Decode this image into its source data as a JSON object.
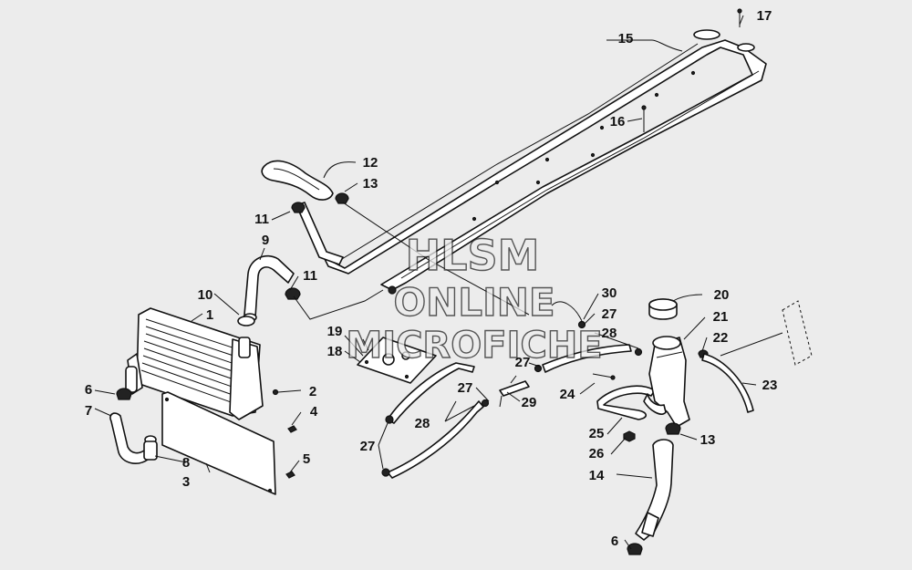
{
  "watermark": {
    "line1": "HLSM",
    "line2": "ONLINE",
    "line3": "MICROFICHE"
  },
  "callouts": [
    {
      "id": "c1",
      "text": "1"
    },
    {
      "id": "c2",
      "text": "2"
    },
    {
      "id": "c3",
      "text": "3"
    },
    {
      "id": "c4",
      "text": "4"
    },
    {
      "id": "c5",
      "text": "5"
    },
    {
      "id": "c6a",
      "text": "6"
    },
    {
      "id": "c6b",
      "text": "6"
    },
    {
      "id": "c7",
      "text": "7"
    },
    {
      "id": "c8",
      "text": "8"
    },
    {
      "id": "c9",
      "text": "9"
    },
    {
      "id": "c10",
      "text": "10"
    },
    {
      "id": "c11a",
      "text": "11"
    },
    {
      "id": "c11b",
      "text": "11"
    },
    {
      "id": "c12",
      "text": "12"
    },
    {
      "id": "c13a",
      "text": "13"
    },
    {
      "id": "c13b",
      "text": "13"
    },
    {
      "id": "c14",
      "text": "14"
    },
    {
      "id": "c15",
      "text": "15"
    },
    {
      "id": "c16",
      "text": "16"
    },
    {
      "id": "c17",
      "text": "17"
    },
    {
      "id": "c18",
      "text": "18"
    },
    {
      "id": "c19",
      "text": "19"
    },
    {
      "id": "c20",
      "text": "20"
    },
    {
      "id": "c21",
      "text": "21"
    },
    {
      "id": "c22",
      "text": "22"
    },
    {
      "id": "c23",
      "text": "23"
    },
    {
      "id": "c24",
      "text": "24"
    },
    {
      "id": "c25",
      "text": "25"
    },
    {
      "id": "c26",
      "text": "26"
    },
    {
      "id": "c27a",
      "text": "27"
    },
    {
      "id": "c27b",
      "text": "27"
    },
    {
      "id": "c27c",
      "text": "27"
    },
    {
      "id": "c27d",
      "text": "27"
    },
    {
      "id": "c28a",
      "text": "28"
    },
    {
      "id": "c28b",
      "text": "28"
    },
    {
      "id": "c29",
      "text": "29"
    },
    {
      "id": "c30",
      "text": "30"
    }
  ]
}
